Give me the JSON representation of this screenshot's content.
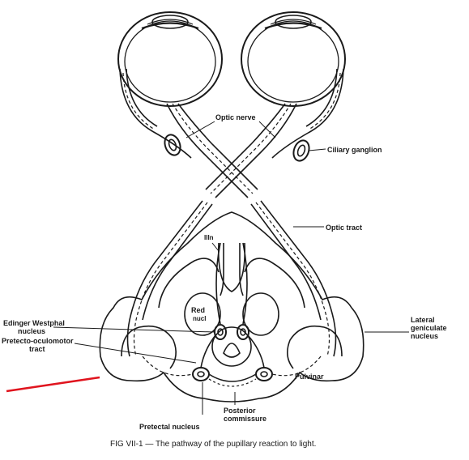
{
  "labels": {
    "optic_nerve": "Optic nerve",
    "ciliary_ganglion": "Ciliary ganglion",
    "optic_tract": "Optic tract",
    "third_nerve": "IIIn",
    "red_nucleus_1": "Red",
    "red_nucleus_2": "nucl",
    "edinger_1": "Edinger Westphal",
    "edinger_2": "nucleus",
    "pretecto_1": "Pretecto-oculomotor",
    "pretecto_2": "tract",
    "lateral_geniculate_1": "Lateral",
    "lateral_geniculate_2": "geniculate",
    "lateral_geniculate_3": "nucleus",
    "pulvinar": "Pulvinar",
    "posterior_commissure_1": "Posterior",
    "posterior_commissure_2": "commissure",
    "pretectal_nucleus": "Pretectal nucleus"
  },
  "caption": "FIG VII-1 — The pathway of the pupillary reaction to light.",
  "colors": {
    "ink": "#1a1a1a",
    "annotation_line": "#e0141e",
    "background": "#ffffff"
  }
}
